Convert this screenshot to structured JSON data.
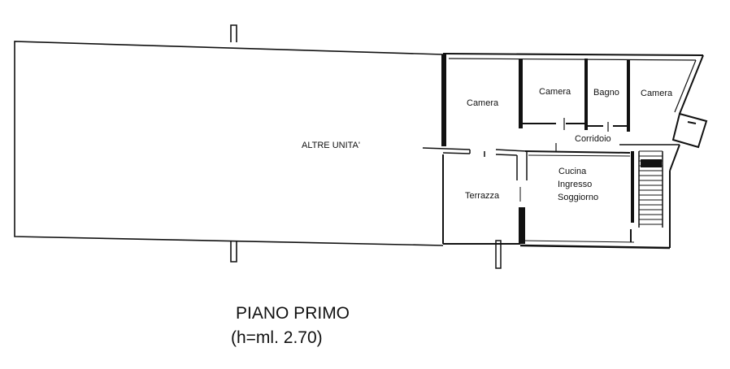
{
  "labels": {
    "other_units": "ALTRE UNITA'",
    "room_camera_1": "Camera",
    "room_camera_2": "Camera",
    "room_bagno": "Bagno",
    "room_camera_3": "Camera",
    "room_corridoio": "Corridoio",
    "room_cucina": "Cucina",
    "room_ingresso": "Ingresso",
    "room_soggiorno": "Soggiorno",
    "room_terrazza": "Terrazza"
  },
  "caption": {
    "title": "PIANO PRIMO",
    "height": "(h=ml. 2.70)"
  }
}
